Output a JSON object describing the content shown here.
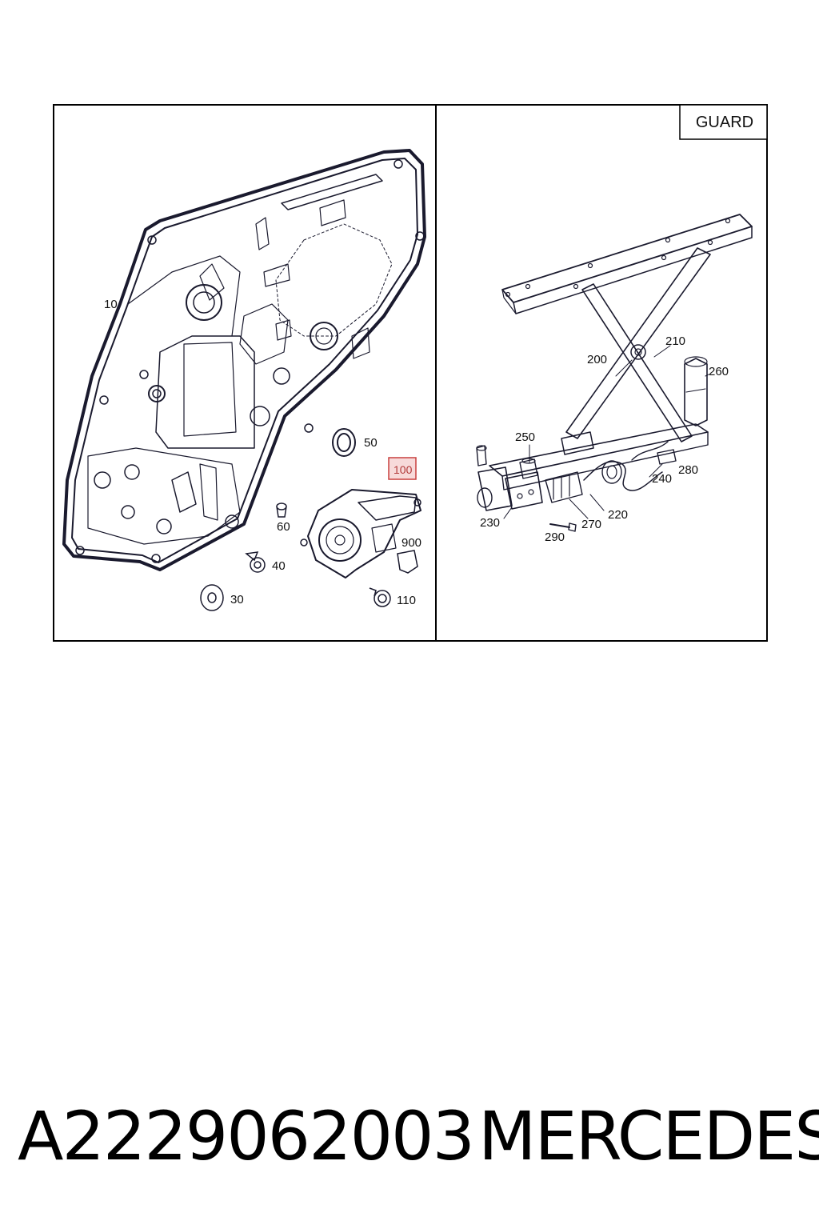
{
  "guard_label": "GUARD",
  "highlight_color": "#e8a0a0",
  "callouts": {
    "c10": "10",
    "c30": "30",
    "c40": "40",
    "c50": "50",
    "c60": "60",
    "c100": "100",
    "c110": "110",
    "c900": "900",
    "c200": "200",
    "c210": "210",
    "c220": "220",
    "c230": "230",
    "c240": "240",
    "c250": "250",
    "c260": "260",
    "c270": "270",
    "c280": "280",
    "c290": "290"
  },
  "footer": {
    "part_number": "A2229062003",
    "brand": "MERCEDES"
  }
}
